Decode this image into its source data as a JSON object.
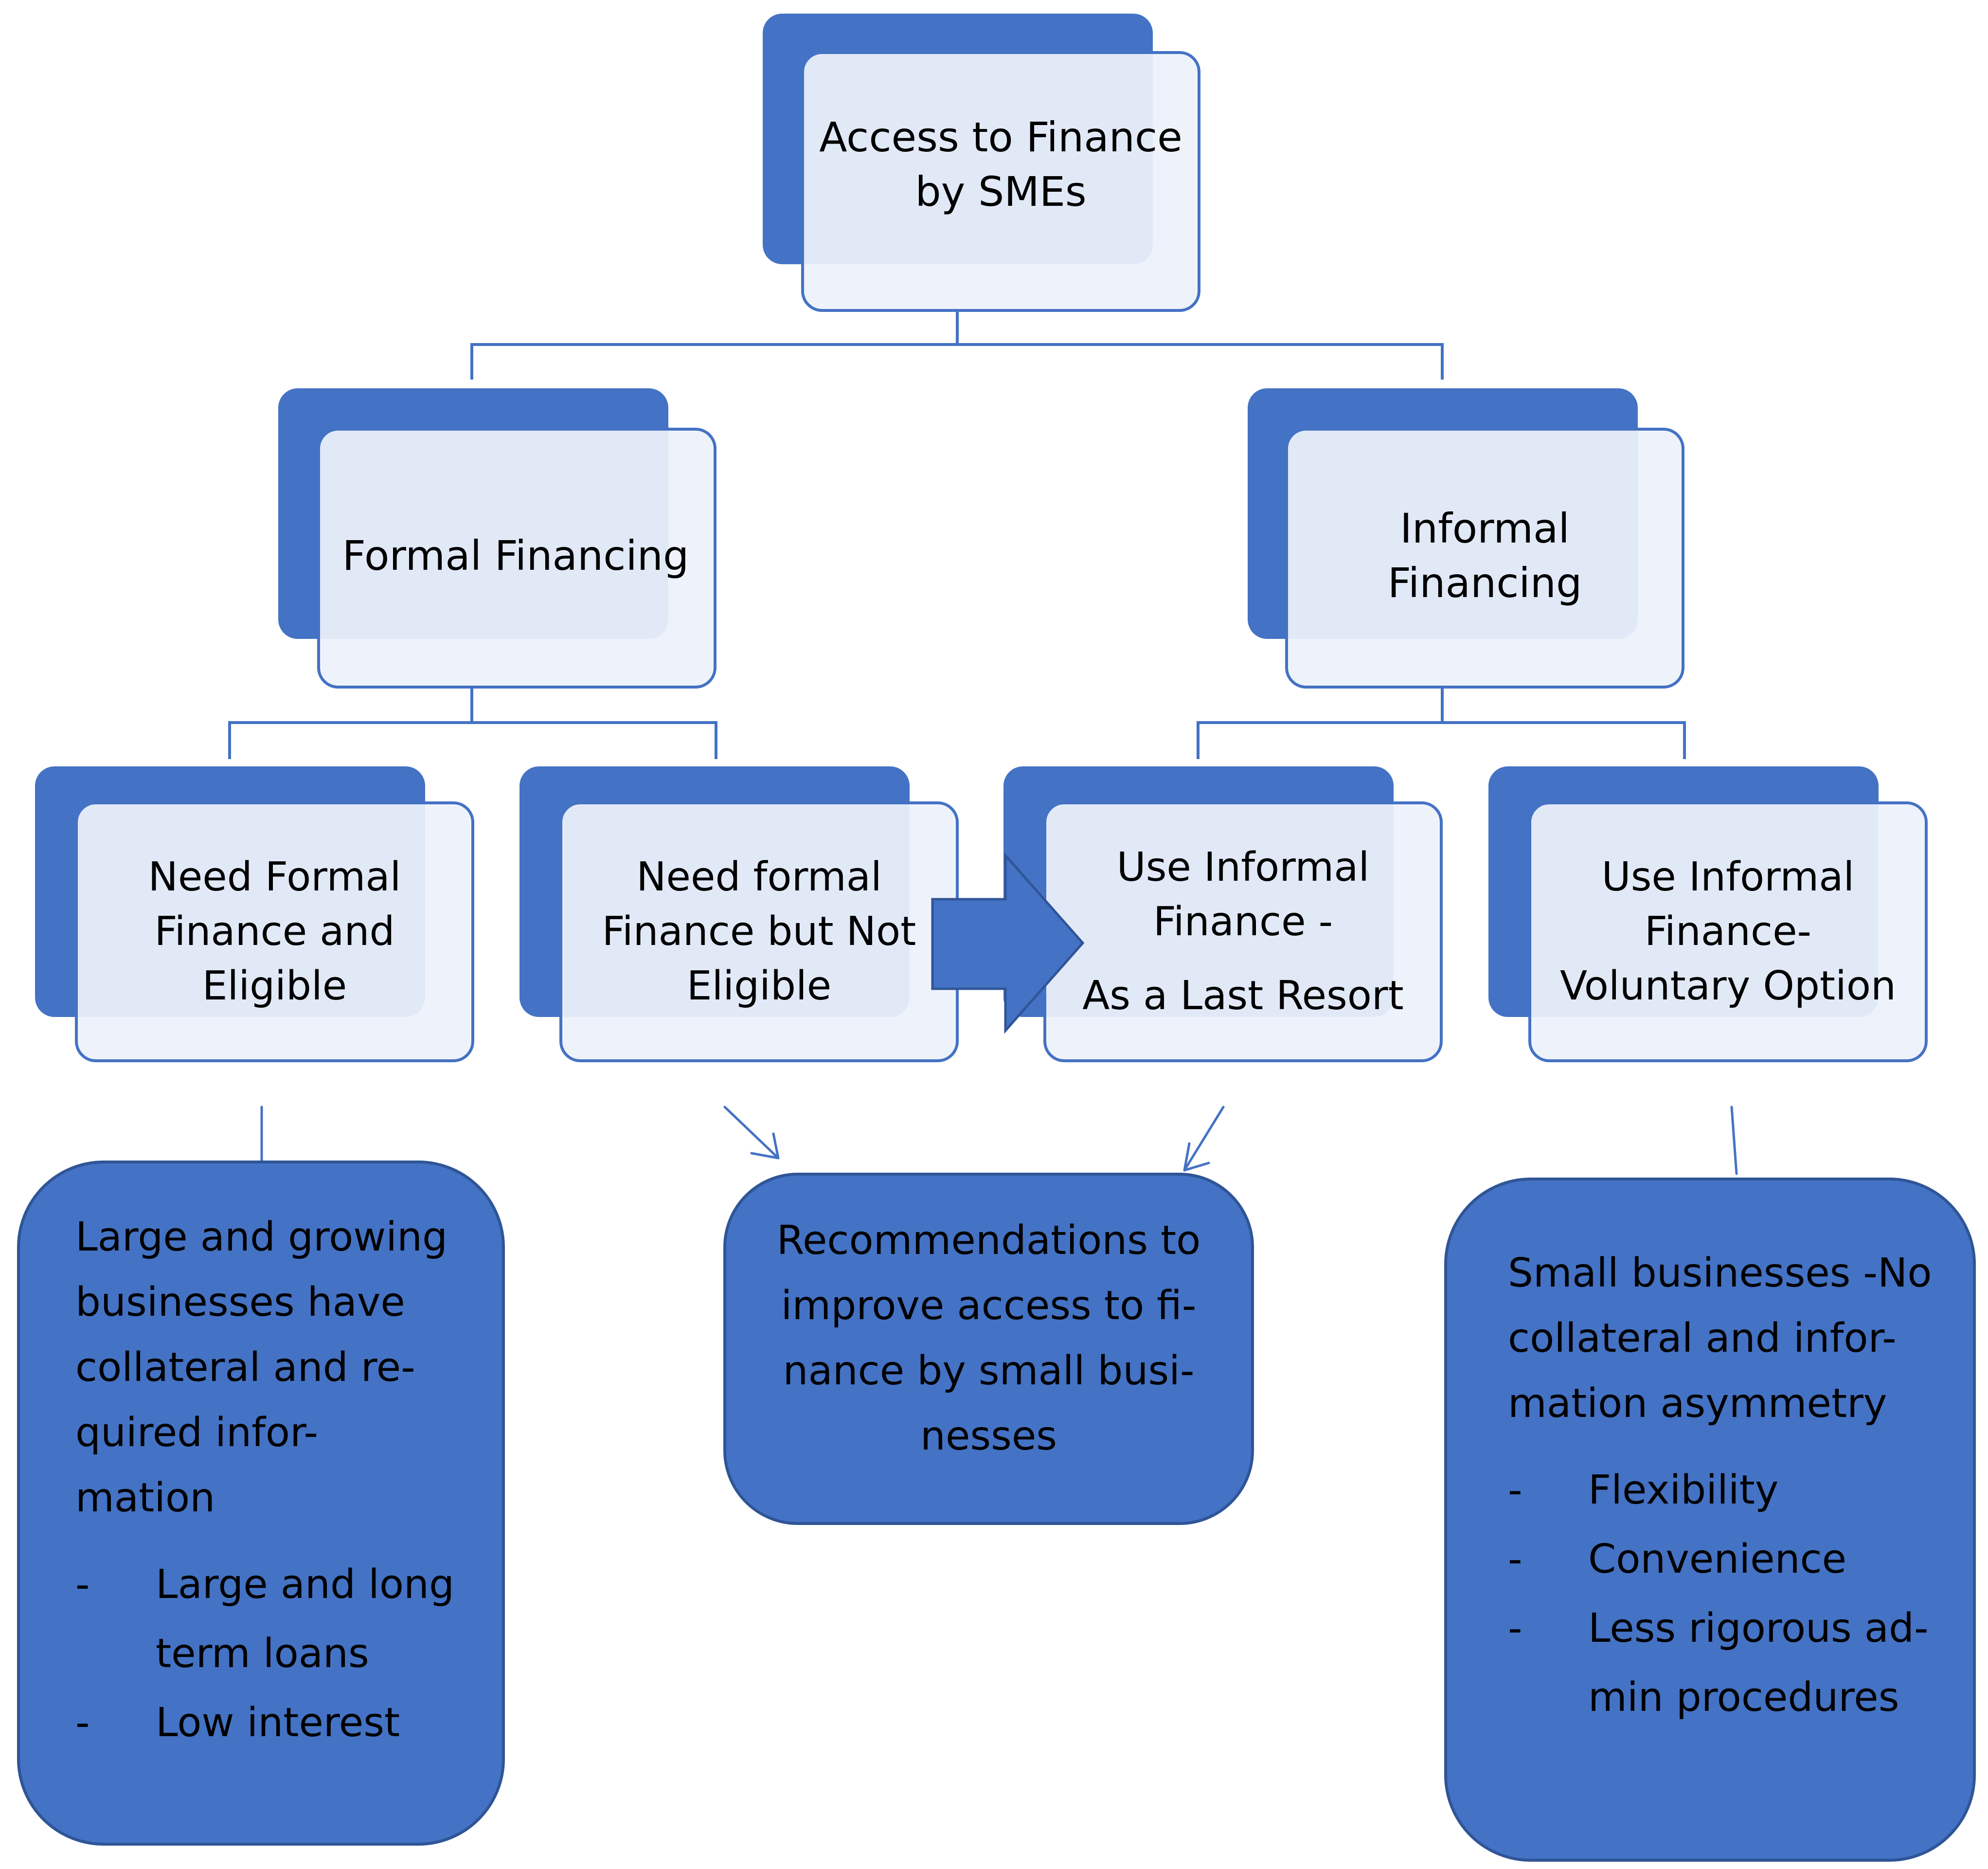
{
  "colors": {
    "accent": "#4472C4",
    "box_fill": "#EDF2FB",
    "box_border": "#4472C4",
    "text": "#000000"
  },
  "root": {
    "lines": [
      "Access to Finance",
      "by SMEs"
    ]
  },
  "formal": {
    "lines": [
      "Formal Financing"
    ]
  },
  "informal": {
    "lines": [
      "Informal",
      "Financing"
    ]
  },
  "need_eligible": {
    "lines": [
      "Need Formal",
      "Finance and",
      "Eligible"
    ]
  },
  "need_not_eligible": {
    "lines": [
      "Need formal",
      "Finance but Not",
      "Eligible"
    ]
  },
  "last_resort": {
    "lines": [
      "Use Informal",
      "Finance -",
      "As a Last Resort"
    ]
  },
  "voluntary": {
    "lines": [
      "Use Informal",
      "Finance-",
      "Voluntary Option"
    ]
  },
  "note_large": {
    "lines": [
      "Large and growing",
      "businesses have",
      "collateral and re-",
      "quired infor-",
      "mation"
    ],
    "bullet_dash": "-",
    "bullet1_a": "Large and ",
    "bullet1_b": "long",
    "bullet1_c": "term",
    "bullet1_d": " loans",
    "bullet2": "Low interest"
  },
  "note_recommend": {
    "lines": [
      "Recommendations to",
      "improve access to fi-",
      "nance by small busi-",
      "nesses"
    ]
  },
  "note_small": {
    "lines": [
      "Small businesses -No",
      "collateral and infor-",
      "mation asymmetry"
    ],
    "bullet_dash": "-",
    "bullets": [
      "Flexibility",
      "Convenience",
      "Less rigorous ad-"
    ],
    "bullet3_cont": "min procedures"
  }
}
